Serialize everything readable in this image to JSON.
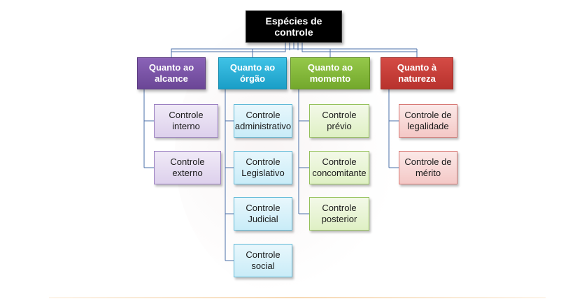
{
  "root": {
    "label": "Espécies de controle"
  },
  "categories": [
    {
      "label": "Quanto ao alcance",
      "color": "#7a55a6",
      "children": [
        "Controle interno",
        "Controle externo"
      ]
    },
    {
      "label": "Quanto ao órgão",
      "color": "#27b0d8",
      "children": [
        "Controle administrativo",
        "Controle Legislativo",
        "Controle Judicial",
        "Controle social"
      ]
    },
    {
      "label": "Quanto ao momento",
      "color": "#84b83a",
      "children": [
        "Controle prévio",
        "Controle concomitante",
        "Controle posterior"
      ]
    },
    {
      "label": "Quanto à natureza",
      "color": "#c43d38",
      "children": [
        "Controle de legalidade",
        "Controle de mérito"
      ]
    }
  ]
}
